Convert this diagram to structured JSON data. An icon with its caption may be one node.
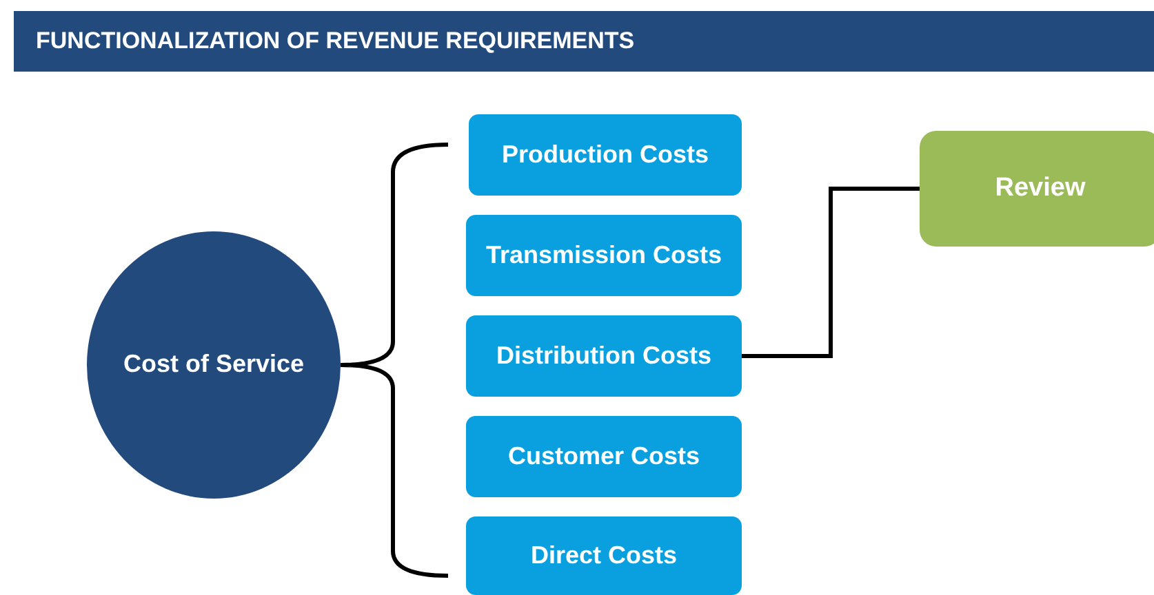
{
  "diagram": {
    "title": "FUNCTIONALIZATION OF REVENUE REQUIREMENTS",
    "nodes": [
      {
        "text": [
          "Cost of Service"
        ]
      },
      {
        "text": [
          "Production Costs"
        ]
      },
      {
        "text": [
          "Transmission Costs"
        ]
      },
      {
        "text": [
          "Distribution Costs"
        ]
      },
      {
        "text": [
          "Customer Costs"
        ]
      },
      {
        "text": [
          "Direct Costs"
        ]
      },
      {
        "text": [
          "Review"
        ]
      }
    ],
    "edges": [
      {
        "from": 3,
        "to": 6,
        "arrow": "none"
      }
    ]
  }
}
